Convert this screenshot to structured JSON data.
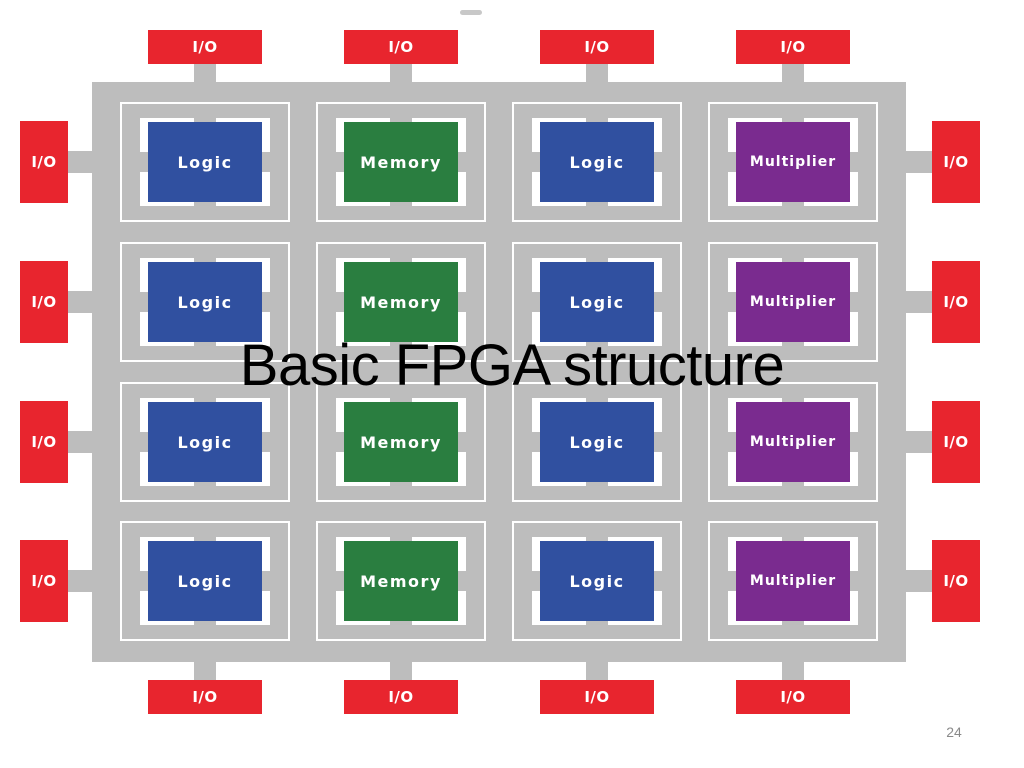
{
  "title": "Basic FPGA structure",
  "slide_number": "24",
  "colors": {
    "io": "#e8252e",
    "logic": "#3050a0",
    "memory": "#2a7e40",
    "multiplier": "#7a2b8f",
    "routing": "#bdbdbd"
  },
  "diagram": {
    "io_top": [
      "I/O",
      "I/O",
      "I/O",
      "I/O"
    ],
    "io_bottom": [
      "I/O",
      "I/O",
      "I/O",
      "I/O"
    ],
    "io_left": [
      "I/O",
      "I/O",
      "I/O",
      "I/O"
    ],
    "io_right": [
      "I/O",
      "I/O",
      "I/O",
      "I/O"
    ],
    "rows": [
      [
        {
          "label": "Logic",
          "kind": "logic"
        },
        {
          "label": "Memory",
          "kind": "memory"
        },
        {
          "label": "Logic",
          "kind": "logic"
        },
        {
          "label": "Multiplier",
          "kind": "multiplier"
        }
      ],
      [
        {
          "label": "Logic",
          "kind": "logic"
        },
        {
          "label": "Memory",
          "kind": "memory"
        },
        {
          "label": "Logic",
          "kind": "logic"
        },
        {
          "label": "Multiplier",
          "kind": "multiplier"
        }
      ],
      [
        {
          "label": "Logic",
          "kind": "logic"
        },
        {
          "label": "Memory",
          "kind": "memory"
        },
        {
          "label": "Logic",
          "kind": "logic"
        },
        {
          "label": "Multiplier",
          "kind": "multiplier"
        }
      ],
      [
        {
          "label": "Logic",
          "kind": "logic"
        },
        {
          "label": "Memory",
          "kind": "memory"
        },
        {
          "label": "Logic",
          "kind": "logic"
        },
        {
          "label": "Multiplier",
          "kind": "multiplier"
        }
      ]
    ]
  }
}
